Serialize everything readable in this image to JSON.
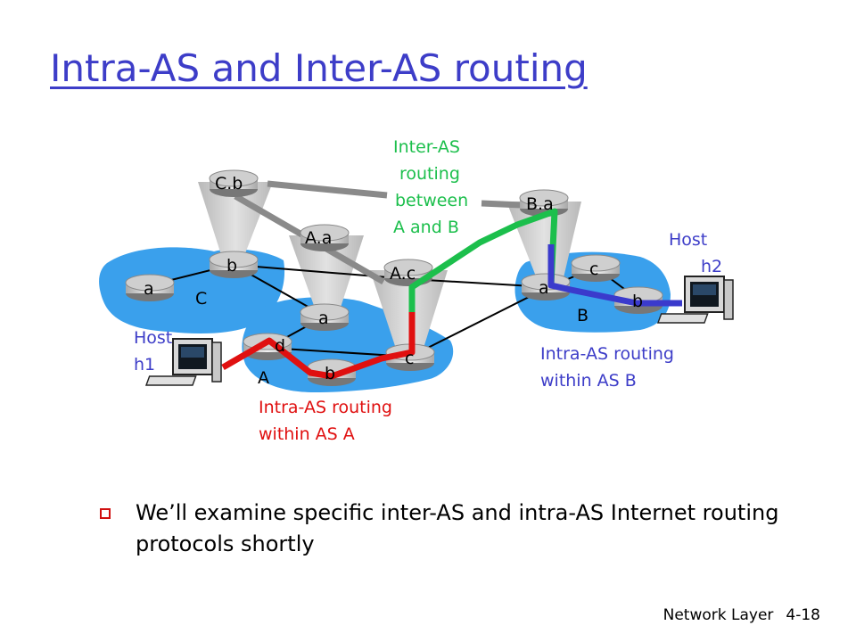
{
  "slide": {
    "title": "Intra-AS and Inter-AS routing",
    "bullet": "We’ll examine specific inter-AS and intra-AS Internet routing protocols shortly",
    "footer": {
      "section": "Network Layer",
      "page": "4-18"
    }
  },
  "diagram": {
    "annotations": {
      "inter_as": [
        "Inter-AS",
        "routing",
        "between",
        "A and B"
      ],
      "host_h2": [
        "Host",
        "h2"
      ],
      "host_h1": [
        "Host",
        "h1"
      ],
      "intra_b": [
        "Intra-AS routing",
        "within AS B"
      ],
      "intra_a": [
        "Intra-AS routing",
        "within AS A"
      ]
    },
    "as_labels": {
      "as_a": "A",
      "as_b": "B",
      "as_c": "C"
    },
    "routers": {
      "cb": "C.b",
      "aa": "A.a",
      "ac": "A.c",
      "ba": "B.a",
      "c_a": "a",
      "c_b": "b",
      "a_a": "a",
      "a_d": "d",
      "a_b": "b",
      "a_c": "c",
      "b_a": "a",
      "b_c": "c",
      "b_b": "b"
    },
    "colors": {
      "text_blue": "#3d3dc8",
      "intra_a_path": "#e01010",
      "inter_as_path": "#1cbf4c",
      "intra_b_path": "#3a3acc",
      "cloud": "#3aa0ec",
      "link": "#000000",
      "inter_link": "#8a8a8a"
    }
  }
}
